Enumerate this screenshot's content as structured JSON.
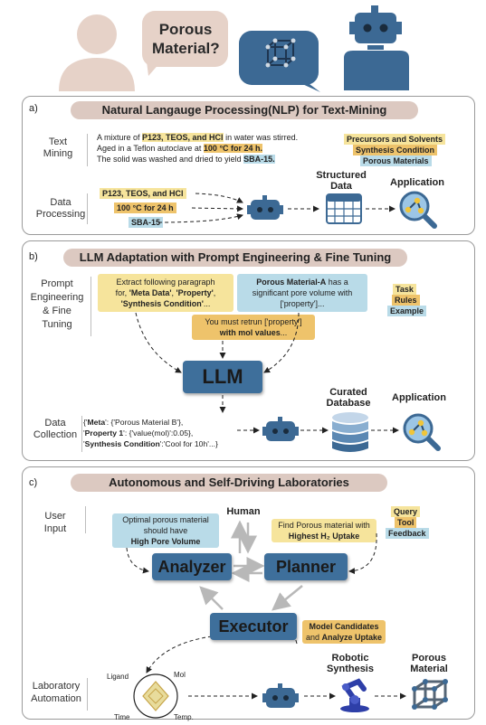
{
  "header": {
    "question": "Porous Material?"
  },
  "panel_a": {
    "label": "a)",
    "title": "Natural Langauge Processing(NLP) for Text-Mining",
    "row1_label": "Text Mining",
    "text_line1_pre": "A mixture of ",
    "text_line1_hl": "P123, TEOS, and HCl",
    "text_line1_post": " in water was stirred.",
    "text_line2_pre": "Aged in a Teflon autoclave at ",
    "text_line2_hl": "100 °C for 24 h.",
    "text_line3_pre": "The solid was washed and dried to yield ",
    "text_line3_hl": "SBA-15.",
    "legend": [
      "Precursors and Solvents",
      "Synthesis Condition",
      "Porous Materials"
    ],
    "row2_label": "Data Processing",
    "chips": [
      "P123, TEOS, and HCl",
      "100 °C for 24 h",
      "SBA-15"
    ],
    "structured_data": "Structured Data",
    "application": "Application"
  },
  "panel_b": {
    "label": "b)",
    "title": "LLM Adaptation with Prompt Engineering & Fine Tuning",
    "row1_label": "Prompt Engineering & Fine Tuning",
    "prompt1_a": "Extract following paragraph",
    "prompt1_b": "for, ",
    "prompt1_meta": "'Meta Data'",
    "prompt1_comma": ", ",
    "prompt1_prop": "'Property'",
    "prompt1_syn": "'Synthesis Condition'",
    "prompt1_end": "...",
    "prompt2_bold": "Porous Material-A",
    "prompt2_a": " has a",
    "prompt2_b": "significant pore volume with",
    "prompt2_c": "['property']...",
    "prompt3_a": "You must retrun ['property']",
    "prompt3_b": "with mol values",
    "prompt3_c": "...",
    "legend": [
      "Task",
      "Rules",
      "Example"
    ],
    "llm": "LLM",
    "row2_label": "Data Collection",
    "json_line1_bold": "Meta",
    "json_line1": "': {'Porous Material B'},",
    "json_line2_bold": "Property 1",
    "json_line2": "': {'value(mol)':0.05},",
    "json_line3_bold": "Synthesis Condition",
    "json_line3": "':'Cool for 10h'...}",
    "curated": "Curated Database",
    "application": "Application"
  },
  "panel_c": {
    "label": "c)",
    "title": "Autonomous and Self-Driving Laboratories",
    "row1_label": "User Input",
    "human": "Human",
    "goal_a": "Optimal porous material",
    "goal_b": "should have",
    "goal_c": "High Pore Volume",
    "find_a": "Find Porous material with",
    "find_b": "Highest H₂ Uptake",
    "legend": [
      "Query",
      "Tool",
      "Feedback"
    ],
    "analyzer": "Analyzer",
    "planner": "Planner",
    "executor": "Executor",
    "model_a": "Model Candidates",
    "model_b": "and ",
    "model_c": "Analyze Uptake",
    "row2_label": "Laboratory Automation",
    "radar_labels": [
      "Ligand",
      "Mol",
      "Temp.",
      "Time"
    ],
    "robotic": "Robotic Synthesis",
    "porous": "Porous Material"
  },
  "colors": {
    "robot": "#3c6994",
    "title_bg": "#dcc9c1",
    "yellow": "#f6e49c",
    "blue": "#b9dbe8",
    "orange": "#eec36b"
  }
}
